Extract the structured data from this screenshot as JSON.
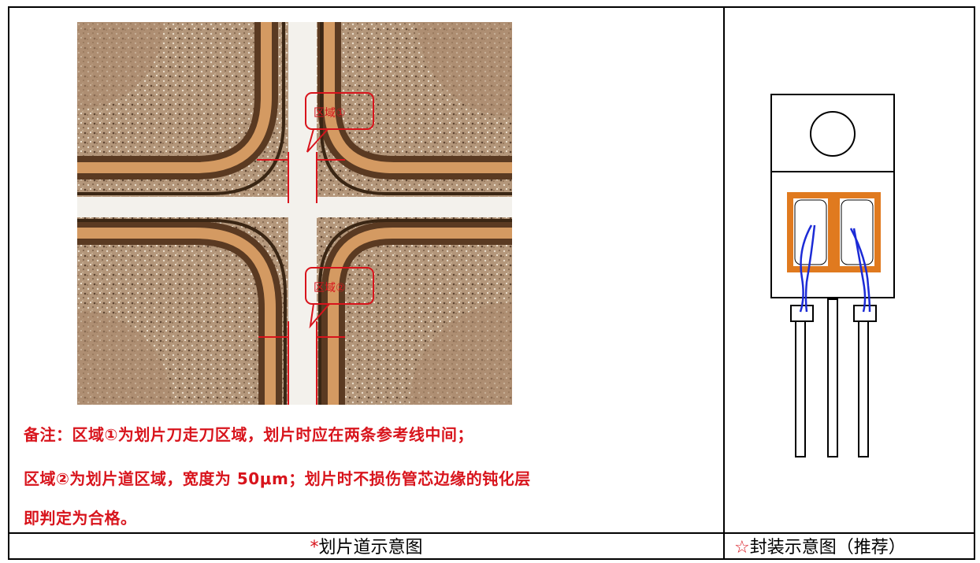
{
  "notes": {
    "line1": "备注：区域①为划片刀走刀区域，划片时应在两条参考线中间；",
    "line2": "区域②为划片道区域，宽度为 50μm；划片时不损伤管芯边缘的钝化层",
    "line3": "即判定为合格。"
  },
  "micrograph": {
    "label_region1": "区域①",
    "label_region2": "区域②"
  },
  "captions": {
    "left_mark": "*",
    "left_text": "划片道示意图",
    "right_mark": "☆",
    "right_text": "封装示意图（推荐）"
  },
  "colors": {
    "annotation_red": "#d8141c",
    "copper": "#c98a55",
    "die_bg": "#b89b7e",
    "package_orange": "#e07a1f",
    "bond_wire_blue": "#1c2bd6"
  }
}
